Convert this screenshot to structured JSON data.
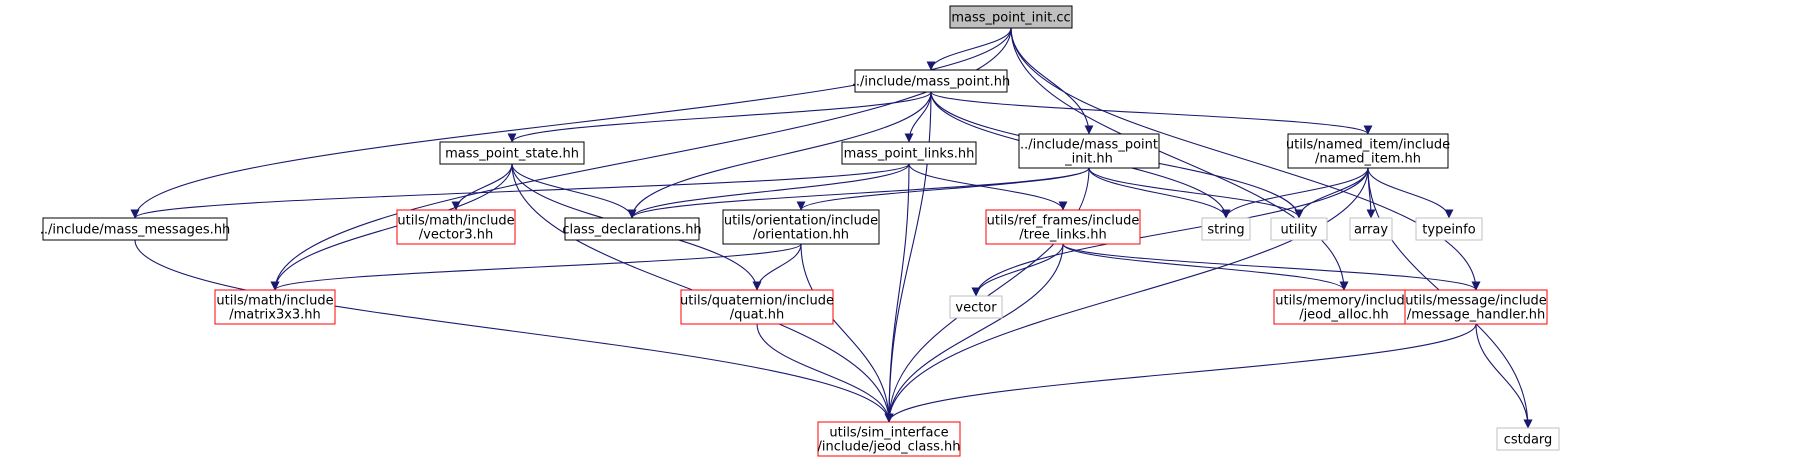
{
  "colors": {
    "edge": "#191970",
    "root_fill": "#bfbfbf",
    "box_border_normal": "#000000",
    "box_border_missing": "#ff0000",
    "box_border_system": "#bfbfbf"
  },
  "nodes": [
    {
      "id": "root",
      "lines": [
        "mass_point_init.cc"
      ],
      "style": "root"
    },
    {
      "id": "mass_point_hh",
      "lines": [
        "../include/mass_point.hh"
      ],
      "style": "normal"
    },
    {
      "id": "mass_point_state",
      "lines": [
        "mass_point_state.hh"
      ],
      "style": "normal"
    },
    {
      "id": "mass_point_links",
      "lines": [
        "mass_point_links.hh"
      ],
      "style": "normal"
    },
    {
      "id": "mass_point_init_hh",
      "lines": [
        "../include/mass_point",
        "_init.hh"
      ],
      "style": "normal"
    },
    {
      "id": "named_item",
      "lines": [
        "utils/named_item/include",
        "/named_item.hh"
      ],
      "style": "normal"
    },
    {
      "id": "mass_messages",
      "lines": [
        "../include/mass_messages.hh"
      ],
      "style": "normal"
    },
    {
      "id": "vector3",
      "lines": [
        "utils/math/include",
        "/vector3.hh"
      ],
      "style": "missing"
    },
    {
      "id": "class_decl",
      "lines": [
        "class_declarations.hh"
      ],
      "style": "normal"
    },
    {
      "id": "orientation",
      "lines": [
        "utils/orientation/include",
        "/orientation.hh"
      ],
      "style": "normal"
    },
    {
      "id": "tree_links",
      "lines": [
        "utils/ref_frames/include",
        "/tree_links.hh"
      ],
      "style": "missing"
    },
    {
      "id": "string",
      "lines": [
        "string"
      ],
      "style": "system"
    },
    {
      "id": "utility",
      "lines": [
        "utility"
      ],
      "style": "system"
    },
    {
      "id": "array",
      "lines": [
        "array"
      ],
      "style": "system"
    },
    {
      "id": "typeinfo",
      "lines": [
        "typeinfo"
      ],
      "style": "system"
    },
    {
      "id": "matrix3x3",
      "lines": [
        "utils/math/include",
        "/matrix3x3.hh"
      ],
      "style": "missing"
    },
    {
      "id": "quat",
      "lines": [
        "utils/quaternion/include",
        "/quat.hh"
      ],
      "style": "missing"
    },
    {
      "id": "vector",
      "lines": [
        "vector"
      ],
      "style": "system"
    },
    {
      "id": "jeod_alloc",
      "lines": [
        "utils/memory/include",
        "/jeod_alloc.hh"
      ],
      "style": "missing"
    },
    {
      "id": "message_handler",
      "lines": [
        "utils/message/include",
        "/message_handler.hh"
      ],
      "style": "missing"
    },
    {
      "id": "jeod_class",
      "lines": [
        "utils/sim_interface",
        "/include/jeod_class.hh"
      ],
      "style": "missing"
    },
    {
      "id": "cstdarg",
      "lines": [
        "cstdarg"
      ],
      "style": "system"
    }
  ],
  "edges": [
    [
      "root",
      "mass_point_hh"
    ],
    [
      "root",
      "mass_point_init_hh"
    ],
    [
      "root",
      "mass_messages"
    ],
    [
      "root",
      "matrix3x3"
    ],
    [
      "root",
      "jeod_alloc"
    ],
    [
      "root",
      "message_handler"
    ],
    [
      "mass_point_hh",
      "mass_point_state"
    ],
    [
      "mass_point_hh",
      "mass_point_links"
    ],
    [
      "mass_point_hh",
      "named_item"
    ],
    [
      "mass_point_hh",
      "class_decl"
    ],
    [
      "mass_point_hh",
      "string"
    ],
    [
      "mass_point_hh",
      "utility"
    ],
    [
      "mass_point_hh",
      "jeod_class"
    ],
    [
      "mass_point_state",
      "vector3"
    ],
    [
      "mass_point_state",
      "class_decl"
    ],
    [
      "mass_point_state",
      "matrix3x3"
    ],
    [
      "mass_point_state",
      "quat"
    ],
    [
      "mass_point_state",
      "jeod_class"
    ],
    [
      "mass_point_links",
      "mass_messages"
    ],
    [
      "mass_point_links",
      "class_decl"
    ],
    [
      "mass_point_links",
      "tree_links"
    ],
    [
      "mass_point_links",
      "jeod_class"
    ],
    [
      "mass_point_init_hh",
      "class_decl"
    ],
    [
      "mass_point_init_hh",
      "orientation"
    ],
    [
      "mass_point_init_hh",
      "string"
    ],
    [
      "mass_point_init_hh",
      "utility"
    ],
    [
      "mass_point_init_hh",
      "jeod_class"
    ],
    [
      "named_item",
      "vector"
    ],
    [
      "named_item",
      "string"
    ],
    [
      "named_item",
      "utility"
    ],
    [
      "named_item",
      "array"
    ],
    [
      "named_item",
      "typeinfo"
    ],
    [
      "named_item",
      "jeod_class"
    ],
    [
      "named_item",
      "cstdarg"
    ],
    [
      "mass_messages",
      "jeod_class"
    ],
    [
      "orientation",
      "matrix3x3"
    ],
    [
      "orientation",
      "quat"
    ],
    [
      "orientation",
      "jeod_class"
    ],
    [
      "tree_links",
      "vector"
    ],
    [
      "tree_links",
      "jeod_alloc"
    ],
    [
      "tree_links",
      "message_handler"
    ],
    [
      "tree_links",
      "jeod_class"
    ],
    [
      "quat",
      "jeod_class"
    ],
    [
      "message_handler",
      "jeod_class"
    ],
    [
      "message_handler",
      "cstdarg"
    ]
  ]
}
